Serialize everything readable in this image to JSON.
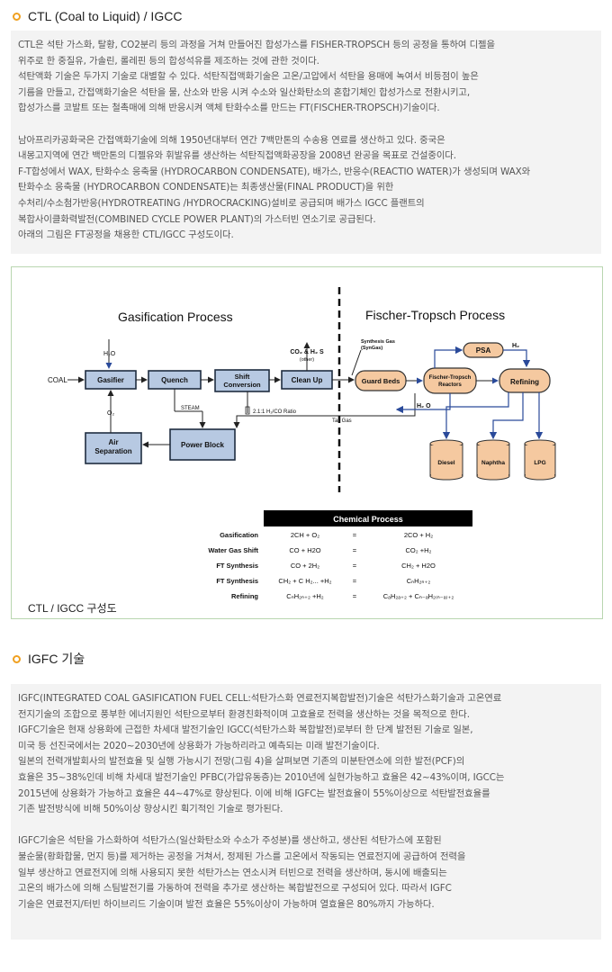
{
  "section1": {
    "title": "CTL (Coal to Liquid) / IGCC",
    "paragraphs": [
      "CTL은 석탄 가스화, 탈황, CO2분리 등의 과정을 거쳐 만들어진 합성가스를 FISHER-TROPSCH 등의 공정을 통하여 디젤을",
      "위주로 한 중질유, 가솔린, 롤레핀 등의 합성석유를 제조하는 것에 관한 것이다.",
      "석탄액화 기술은 두가지 기술로 대별할 수 있다. 석탄직접액화기술은 고온/고압에서 석탄을 용매에 녹여서 비등점이 높은",
      "기름을 만들고, 간접액화기술은 석탄을 물, 산소와 반응 시켜 수소와 일산화탄소의 혼합기체인 합성가스로 전환시키고,",
      "합성가스를 코발트 또는 철촉매에 의해 반응시켜 액체 탄화수소를 만드는 FT(FISCHER-TROPSCH)기술이다.",
      "",
      "남아프리카공화국은 간접액화기술에 의해 1950년대부터 연간 7백만톤의 수송용 연료를 생산하고 있다. 중국은",
      "내몽고지역에 연간 백만톤의 디젤유와 휘발유를 생산하는 석탄직접액화공장을 2008년 완공을 목표로 건설중이다.",
      "F-T합성에서 WAX, 탄화수소 응축물 (HYDROCARBON CONDENSATE), 배가스, 반응수(REACTIO WATER)가 생성되며 WAX와",
      "탄화수소 응축물 (HYDROCARBON CONDENSATE)는 최종생산물(FINAL PRODUCT)을 위한",
      "수처리/수소첨가반응(HYDROTREATING /HYDROCRACKING)설비로 공급되며 배가스 IGCC 플랜트의",
      "복합사이클화력발전(COMBINED CYCLE POWER PLANT)의 가스터빈 연소기로 공급된다.",
      "아래의 그림은 FT공정을 채용한 CTL/IGCC 구성도이다."
    ]
  },
  "diagram": {
    "caption": "CTL / IGCC 구성도",
    "gasification_title": "Gasification Process",
    "ft_title": "Fischer-Tropsch Process",
    "coal": "COAL",
    "h2o_in": "H₂O",
    "gasifier": "Gasifier",
    "quench": "Quench",
    "shift1": "Shift",
    "shift2": "Conversion",
    "cleanup": "Clean Up",
    "co2": "CO₂  & H₂ S",
    "other": "(other)",
    "syngas1": "Synthesis Gas",
    "syngas2": "(SynGas)",
    "ratio": "2.1:1 H₂/CO Ratio",
    "steam": "STEAM",
    "o2": "O₂",
    "air1": "Air",
    "air2": "Separation",
    "power": "Power Block",
    "tailgas": "Tail Gas",
    "guardbeds": "Guard Beds",
    "ft1": "Fischer-Tropsch",
    "ft2": "Reactors",
    "psa": "PSA",
    "h2": "H₂",
    "refining": "Refining",
    "h2o_out": "H₂ O",
    "diesel": "Diesel",
    "naphtha": "Naphtha",
    "lpg": "LPG"
  },
  "chemical": {
    "header": "Chemical Process",
    "rows": [
      {
        "name": "Gasification",
        "left": "2CH  +  O₂",
        "eq": "=",
        "right": "2CO + H₂"
      },
      {
        "name": "Water Gas Shift",
        "left": "CO + H2O",
        "eq": "=",
        "right": "CO₂ +H₂"
      },
      {
        "name": "FT Synthesis",
        "left": "CO + 2H₂",
        "eq": "=",
        "right": "CH₂ + H2O"
      },
      {
        "name": "FT Synthesis",
        "left": "CH₂ + C H₂... +H₂",
        "eq": "=",
        "right": "CₙH₂ₙ₊₂"
      },
      {
        "name": "Refining",
        "left": "CₙH₂ₙ₊₂ +H₂",
        "eq": "=",
        "right": "CₐH₂ₐ₊₂ + Cₙ₋ₐH₂₍ₙ₋ₐ₎₊₂"
      }
    ]
  },
  "section2": {
    "title": "IGFC 기술",
    "paragraphs": [
      "IGFC(INTEGRATED COAL GASIFICATION FUEL CELL:석탄가스화 연료전지복합발전)기술은 석탄가스화기술과 고온연료",
      "전지기술의 조합으로 풍부한 에너지원인 석탄으로부터 환경친화적이며 고효율로 전력을 생산하는 것을 목적으로 한다.",
      "IGFC기술은 현재 상용화에 근접한 차세대 발전기술인 IGCC(석탄가스화 복합발전)로부터 한 단계 발전된 기술로 일본,",
      "미국 등 선진국에서는 2020~2030년에 상용화가 가능하리라고 예측되는 미래 발전기술이다.",
      "일본의 전력개발회사의 발전효율 및 실행 가능시기 전망(그림 4)을 살펴보면 기존의 미분탄연소에 의한 발전(PCF)의",
      "효율은 35~38%인데 비해 차세대 발전기술인 PFBC(가압유동층)는 2010년에 실현가능하고 효율은 42~43%이며, IGCC는",
      "2015년에 상용화가 가능하고 효율은 44~47%로 향상된다. 이에 비해 IGFC는 발전효율이 55%이상으로 석탄발전효율를",
      "기존 발전방식에 비해 50%이상 향상시킨 획기적인 기술로 평가된다.",
      "",
      "IGFC기술은 석탄을 가스화하여 석탄가스(일산화탄소와 수소가 주성분)를 생산하고, 생산된 석탄가스에 포함된",
      "불순물(황화합물, 먼지 등)를 제거하는 공정을 거쳐서, 정제된 가스를 고온에서 작동되는 연료전지에 공급하여 전력을",
      "일부 생산하고 연료전지에 의해 사용되지 못한 석탄가스는 연소시켜 터빈으로 전력을 생산하며, 동시에 배출되는",
      "고온의 배가스에 의해 스팀발전기를 가동하여 전력을 추가로 생산하는 복합발전으로 구성되어 있다. 따라서 IGFC",
      "기술은 연료전지/터빈 하이브리드 기술이며 발전 효율은 55%이상이 가능하며 열효율은 80%까지 가능하다."
    ]
  }
}
